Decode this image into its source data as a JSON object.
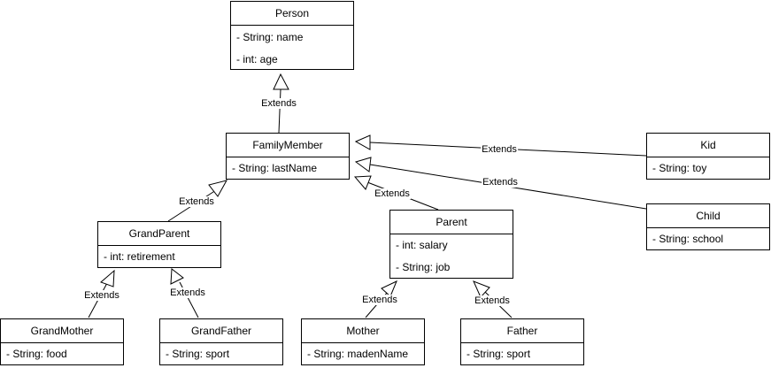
{
  "classes": {
    "person": {
      "name": "Person",
      "attributes": [
        "- String: name",
        "- int: age"
      ]
    },
    "familymember": {
      "name": "FamilyMember",
      "attributes": [
        "- String: lastName"
      ]
    },
    "kid": {
      "name": "Kid",
      "attributes": [
        "- String: toy"
      ]
    },
    "child": {
      "name": "Child",
      "attributes": [
        "- String: school"
      ]
    },
    "grandparent": {
      "name": "GrandParent",
      "attributes": [
        "- int: retirement"
      ]
    },
    "parent": {
      "name": "Parent",
      "attributes": [
        "- int: salary",
        "- String: job"
      ]
    },
    "grandmother": {
      "name": "GrandMother",
      "attributes": [
        "- String: food"
      ]
    },
    "grandfather": {
      "name": "GrandFather",
      "attributes": [
        "- String: sport"
      ]
    },
    "mother": {
      "name": "Mother",
      "attributes": [
        "- String: madenName"
      ]
    },
    "father": {
      "name": "Father",
      "attributes": [
        "- String: sport"
      ]
    }
  },
  "relations": {
    "familymember_person": "Extends",
    "kid_familymember": "Extends",
    "child_familymember": "Extends",
    "parent_familymember": "Extends",
    "grandparent_familymember": "Extends",
    "grandmother_grandparent": "Extends",
    "grandfather_grandparent": "Extends",
    "mother_parent": "Extends",
    "father_parent": "Extends"
  }
}
